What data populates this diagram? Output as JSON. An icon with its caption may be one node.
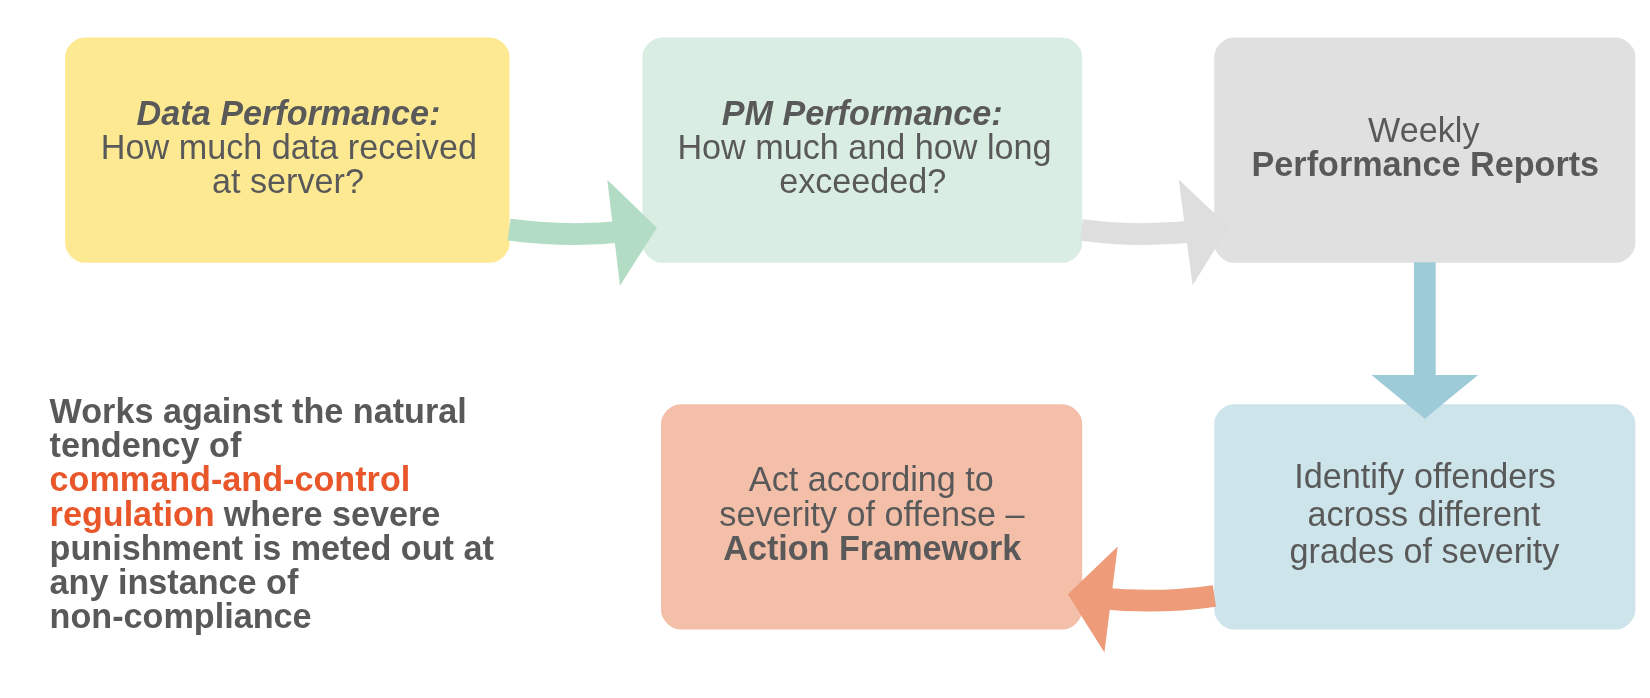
{
  "diagram": {
    "nodes": [
      {
        "text": [
          "Data Performance:",
          "How much data received at server?"
        ]
      },
      {
        "text": [
          "PM Performance:",
          "How much and how long exceeded?"
        ]
      },
      {
        "text": [
          "Weekly",
          "Performance Reports"
        ]
      },
      {
        "text": [
          "Identify offenders across different grades of severity"
        ]
      },
      {
        "text": [
          "Act according to severity of offense –",
          "Action Framework"
        ]
      }
    ],
    "edges": [
      {
        "from": 0,
        "to": 1,
        "arrow": "to",
        "color": "#b3dcc5"
      },
      {
        "from": 1,
        "to": 2,
        "arrow": "to",
        "color": "#dedede"
      },
      {
        "from": 2,
        "to": 3,
        "arrow": "to",
        "color": "#9dcbd8"
      },
      {
        "from": 3,
        "to": 4,
        "arrow": "to",
        "color": "#ee9b7a"
      }
    ],
    "labels": [
      "Works against the natural tendency of",
      "command-and-control regulation",
      "where severe punishment is meted out at any instance of non-compliance"
    ]
  }
}
